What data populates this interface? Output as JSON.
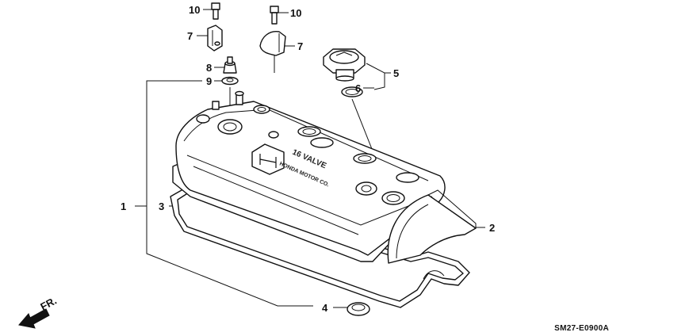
{
  "callouts": {
    "p1": "1",
    "p2": "2",
    "p3": "3",
    "p4": "4",
    "p5": "5",
    "p6": "6",
    "p7a": "7",
    "p7b": "7",
    "p8": "8",
    "p9": "9",
    "p10a": "10",
    "p10b": "10"
  },
  "cover_text": {
    "line1": "16 VALVE",
    "line2": "HONDA MOTOR CO."
  },
  "direction_label": "FR.",
  "diagram_code": "SM27-E0900A",
  "colors": {
    "ink": "#111111",
    "paper": "#ffffff"
  }
}
